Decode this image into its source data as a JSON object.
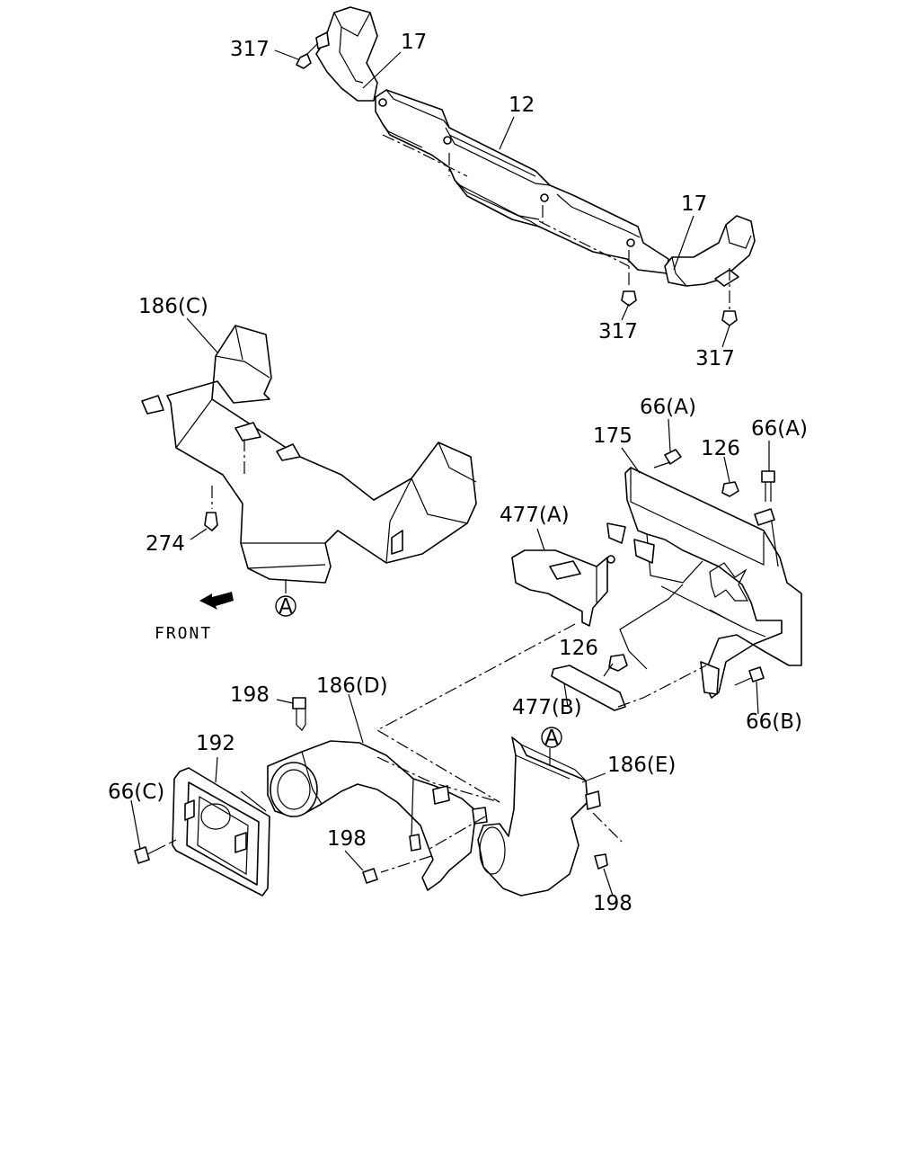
{
  "labels": {
    "l317_top": "317",
    "l17_top": "17",
    "l12": "12",
    "l17_right": "17",
    "l317_mid": "317",
    "l317_right": "317",
    "l186c": "186(C)",
    "l274": "274",
    "circle_a_left": "A",
    "front": "FRONT",
    "l66a_left": "66(A)",
    "l66a_right": "66(A)",
    "l175": "175",
    "l126_top": "126",
    "l477a": "477(A)",
    "l126_bottom": "126",
    "l477b": "477(B)",
    "l66b": "66(B)",
    "l198_top": "198",
    "l186d": "186(D)",
    "l192": "192",
    "l66c": "66(C)",
    "circle_a_right": "A",
    "l186e": "186(E)",
    "l198_left": "198",
    "l198_right": "198"
  },
  "icons": {
    "front_arrow": "arrow-front-icon",
    "reference_marker": "circle-a-icon"
  }
}
